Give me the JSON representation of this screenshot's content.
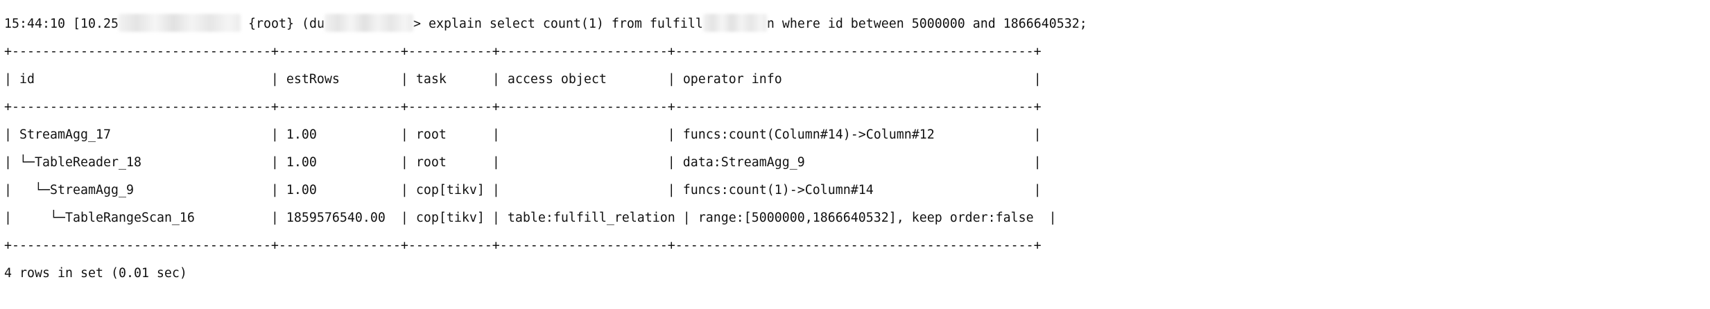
{
  "prompt": {
    "time": "15:44:10",
    "host_prefix": "[10.25",
    "user": "{root}",
    "db_prefix": "(du",
    "command_start": "> explain select count(1) from fulfill",
    "command_end": "n where id between 5000000 and 1866640532;"
  },
  "table": {
    "border_line": "+----------------------------------+----------------+-----------+----------------------+-----------------------------------------------+",
    "columns": [
      "id",
      "estRows",
      "task",
      "access object",
      "operator info"
    ],
    "rows": [
      [
        "StreamAgg_17",
        "1.00",
        "root",
        "",
        "funcs:count(Column#14)->Column#12"
      ],
      [
        "└─TableReader_18",
        "1.00",
        "root",
        "",
        "data:StreamAgg_9"
      ],
      [
        "  └─StreamAgg_9",
        "1.00",
        "cop[tikv]",
        "",
        "funcs:count(1)->Column#14"
      ],
      [
        "    └─TableRangeScan_16",
        "1859576540.00",
        "cop[tikv]",
        "table:fulfill_relation",
        "range:[5000000,1866640532], keep order:false"
      ]
    ]
  },
  "footer": "4 rows in set (0.01 sec)"
}
